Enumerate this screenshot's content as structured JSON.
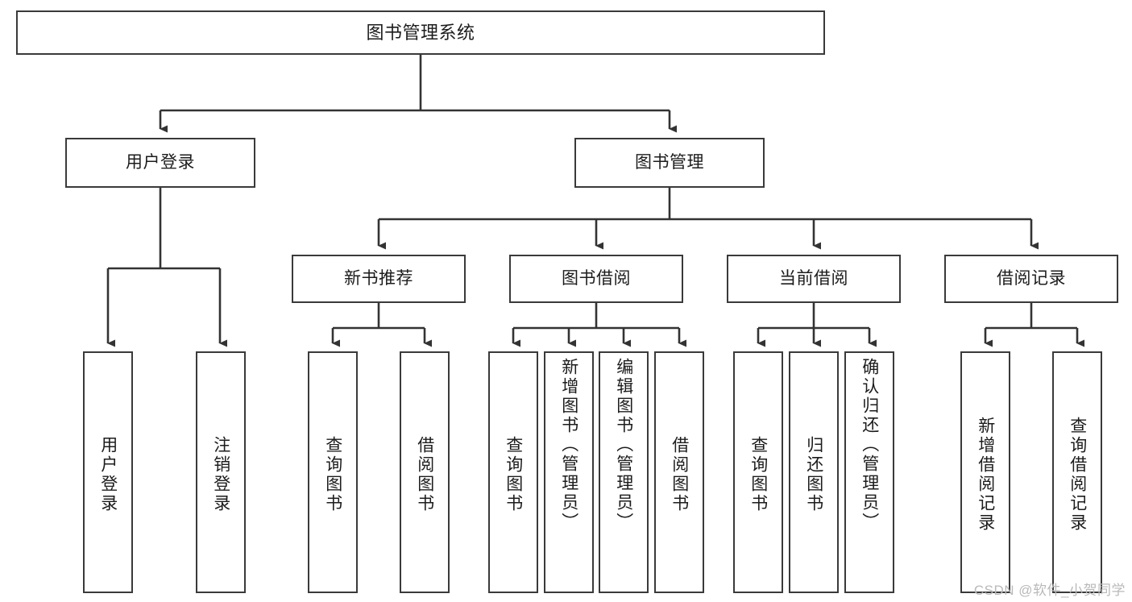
{
  "diagram": {
    "title": "图书管理系统",
    "type": "tree-hierarchy",
    "colors": {
      "node_border": "#3a3a3a",
      "node_fill": "#ffffff",
      "edge": "#333333",
      "text": "#1c1c1c",
      "watermark": "#b9b9b9"
    },
    "root": {
      "label": "图书管理系统"
    },
    "level2": [
      {
        "label": "用户登录"
      },
      {
        "label": "图书管理"
      }
    ],
    "level3": [
      {
        "label": "新书推荐"
      },
      {
        "label": "图书借阅"
      },
      {
        "label": "当前借阅"
      },
      {
        "label": "借阅记录"
      }
    ],
    "leaves": {
      "user_login": [
        {
          "label": "用户登录"
        },
        {
          "label": "注销登录"
        }
      ],
      "new_book_recommend": [
        {
          "label": "查询图书"
        },
        {
          "label": "借阅图书"
        }
      ],
      "book_borrow": [
        {
          "label": "查询图书"
        },
        {
          "label": "新增图书（管理员）"
        },
        {
          "label": "编辑图书（管理员）"
        },
        {
          "label": "借阅图书"
        }
      ],
      "current_borrow": [
        {
          "label": "查询图书"
        },
        {
          "label": "归还图书"
        },
        {
          "label": "确认归还（管理员）"
        }
      ],
      "borrow_record": [
        {
          "label": "新增借阅记录"
        },
        {
          "label": "查询借阅记录"
        }
      ]
    }
  },
  "watermark": {
    "text": "CSDN @软件_小贺同学"
  }
}
